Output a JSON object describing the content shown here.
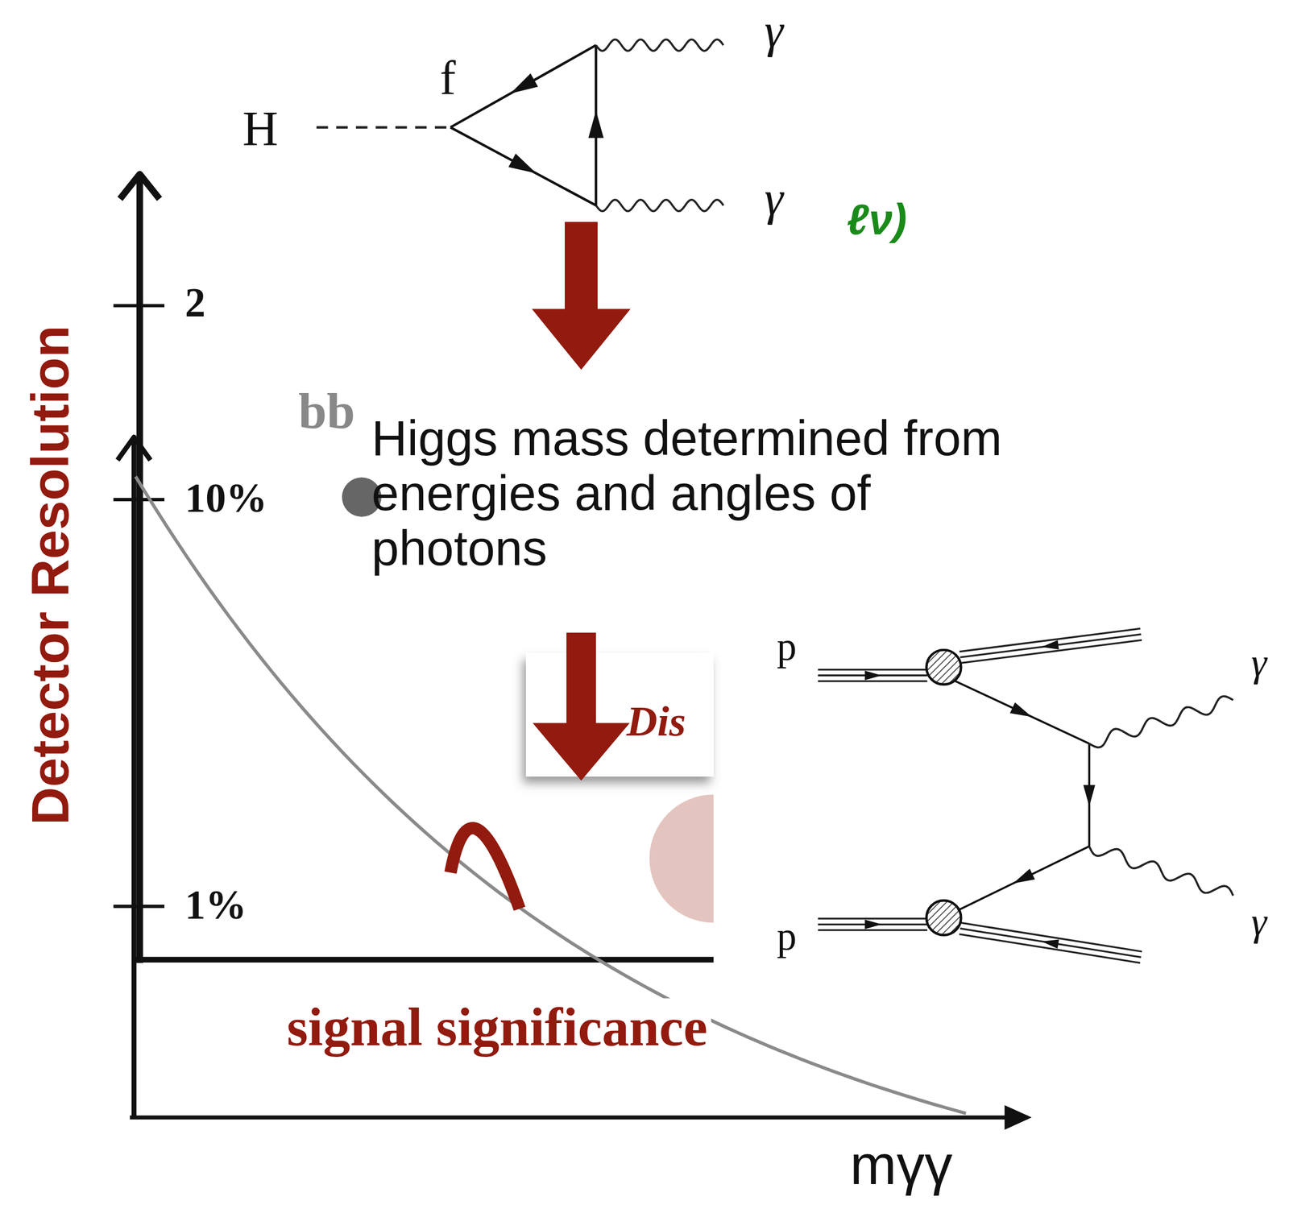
{
  "diagram": {
    "nodes": [
      {
        "text": [
          "Dis"
        ]
      }
    ],
    "labels": [
      "H",
      "f",
      "γ",
      "γ",
      "ℓν)",
      "2",
      "bb",
      "10%",
      "Higgs mass determined from energies and angles of photons",
      "1%",
      "signal significance",
      "Detector Resolution",
      "p",
      "p",
      "γ",
      "γ",
      "mγγ"
    ]
  }
}
